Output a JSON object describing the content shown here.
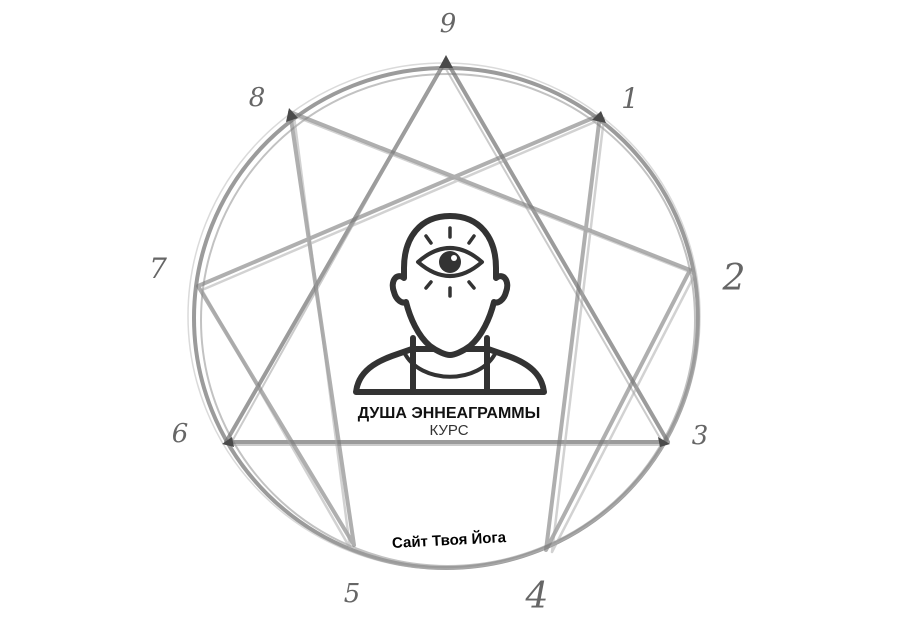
{
  "diagram": {
    "point_labels": [
      "9",
      "1",
      "2",
      "3",
      "4",
      "5",
      "6",
      "7",
      "8"
    ],
    "title": "ДУША ЭННЕАГРАММЫ",
    "subtitle": "КУРС",
    "footer": "Сайт Твоя Йога",
    "colors": {
      "stroke": "#6f6f6f",
      "stroke_light": "#a9a9a9",
      "icon": "#333333",
      "text": "#111111"
    },
    "icon": "person-with-third-eye-icon"
  }
}
